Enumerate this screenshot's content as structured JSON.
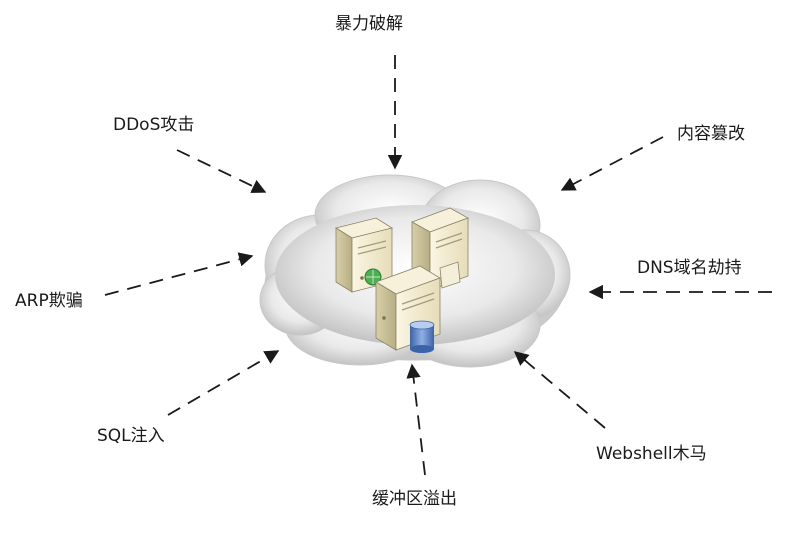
{
  "attacks": {
    "brute_force": "暴力破解",
    "ddos": "DDoS攻击",
    "tamper": "内容篡改",
    "arp": "ARP欺骗",
    "dns": "DNS域名劫持",
    "sql": "SQL注入",
    "webshell": "Webshell木马",
    "overflow": "缓冲区溢出"
  },
  "colors": {
    "arrow": "#1a1a1a",
    "cloud": "#d9d9d9",
    "server_body": "#f3ecd2",
    "database": "#5b84c4",
    "globe": "#4caf50"
  },
  "icons": [
    "cloud-icon",
    "server-icon",
    "database-icon",
    "globe-icon",
    "document-icon"
  ]
}
